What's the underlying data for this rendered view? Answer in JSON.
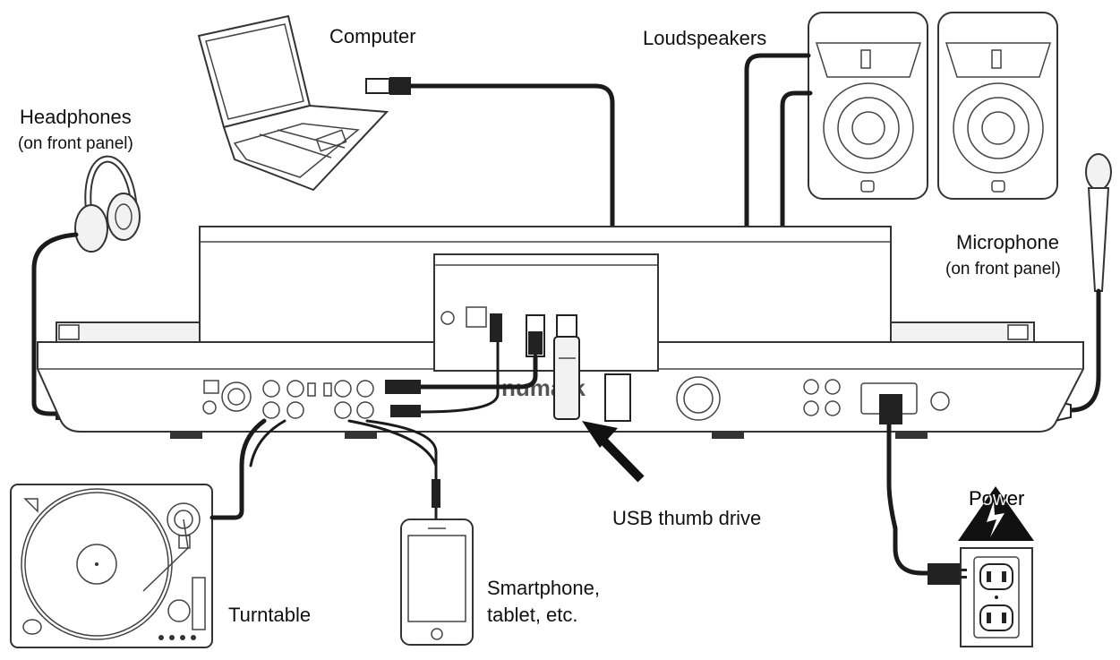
{
  "labels": {
    "computer": "Computer",
    "loudspeakers": "Loudspeakers",
    "headphones": "Headphones",
    "headphones_note": "(on front panel)",
    "microphone": "Microphone",
    "microphone_note": "(on front panel)",
    "usb_thumb_drive": "USB thumb drive",
    "power": "Power",
    "smartphone_line1": "Smartphone,",
    "smartphone_line2": "tablet, etc.",
    "turntable": "Turntable"
  },
  "brand_text": "numark",
  "colors": {
    "cable": "#1b1b1b",
    "outline": "#333333",
    "panel": "#f2f2f2"
  }
}
